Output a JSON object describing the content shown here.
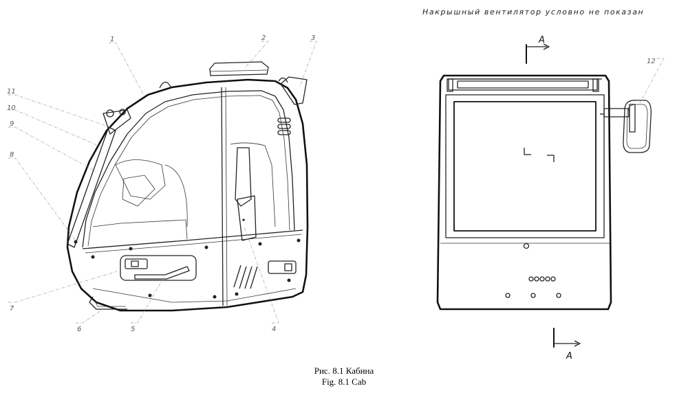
{
  "note": "Накрышный вентилятор условно не показан",
  "caption": {
    "ru": "Рис. 8.1 Кабина",
    "en": "Fig. 8.1 Cab"
  },
  "section_marker": "A",
  "callouts": [
    "1",
    "2",
    "3",
    "4",
    "5",
    "6",
    "7",
    "8",
    "9",
    "10",
    "11",
    "12"
  ]
}
